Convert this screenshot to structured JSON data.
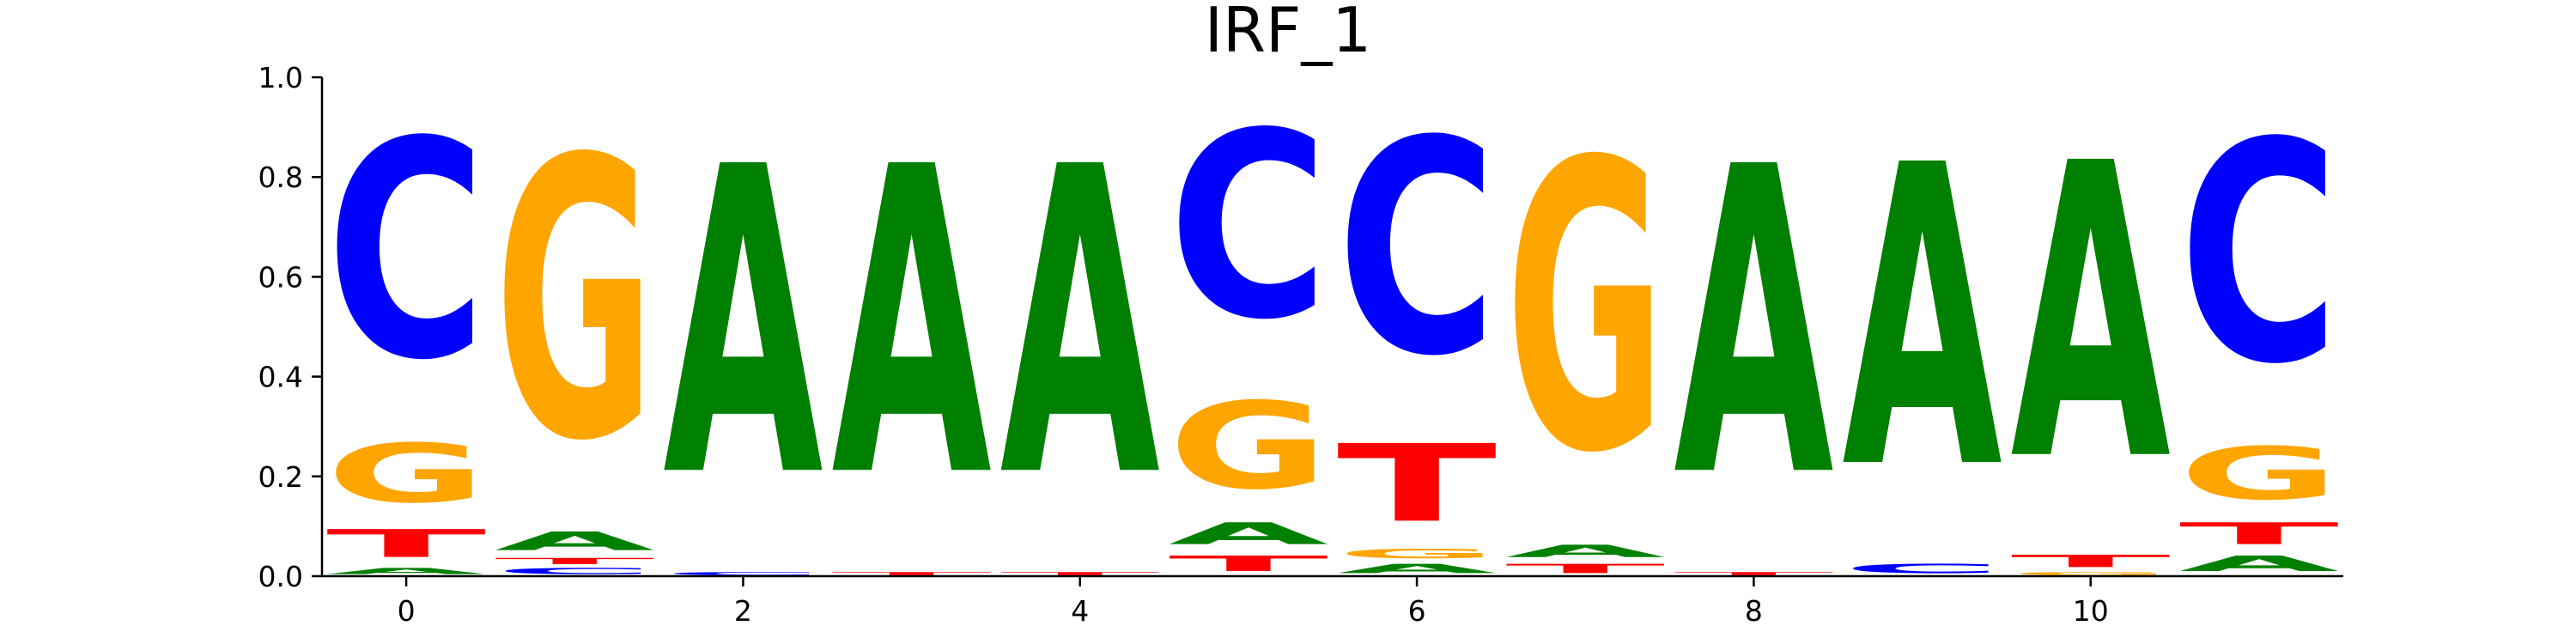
{
  "chart_data": {
    "type": "sequence_logo",
    "title": "IRF_1",
    "xlabel": "",
    "ylabel": "",
    "ylim": [
      0,
      1.0
    ],
    "xlim": [
      -0.5,
      11.5
    ],
    "xticks": [
      0,
      2,
      4,
      6,
      8,
      10
    ],
    "yticks": [
      0.0,
      0.2,
      0.4,
      0.6,
      0.8,
      1.0
    ],
    "ytick_labels": [
      "0.0",
      "0.2",
      "0.4",
      "0.6",
      "0.8",
      "1.0"
    ],
    "grid": false,
    "letter_colors": {
      "A": "#008000",
      "C": "#0000ff",
      "G": "#ffa500",
      "T": "#ff0000"
    },
    "positions": [
      {
        "pos": 0,
        "stack": [
          {
            "base": "A",
            "value": 0.02
          },
          {
            "base": "T",
            "value": 0.09
          },
          {
            "base": "G",
            "value": 0.19
          },
          {
            "base": "C",
            "value": 0.7
          }
        ]
      },
      {
        "pos": 1,
        "stack": [
          {
            "base": "C",
            "value": 0.02
          },
          {
            "base": "T",
            "value": 0.02
          },
          {
            "base": "A",
            "value": 0.06
          },
          {
            "base": "G",
            "value": 0.9
          }
        ]
      },
      {
        "pos": 2,
        "stack": [
          {
            "base": "C",
            "value": 0.01
          },
          {
            "base": "A",
            "value": 0.99
          }
        ]
      },
      {
        "pos": 3,
        "stack": [
          {
            "base": "T",
            "value": 0.01
          },
          {
            "base": "A",
            "value": 0.99
          }
        ]
      },
      {
        "pos": 4,
        "stack": [
          {
            "base": "T",
            "value": 0.01
          },
          {
            "base": "A",
            "value": 0.99
          }
        ]
      },
      {
        "pos": 5,
        "stack": [
          {
            "base": "T",
            "value": 0.05
          },
          {
            "base": "A",
            "value": 0.07
          },
          {
            "base": "G",
            "value": 0.28
          },
          {
            "base": "C",
            "value": 0.6
          }
        ]
      },
      {
        "pos": 6,
        "stack": [
          {
            "base": "A",
            "value": 0.03
          },
          {
            "base": "G",
            "value": 0.03
          },
          {
            "base": "T",
            "value": 0.25
          },
          {
            "base": "C",
            "value": 0.69
          }
        ]
      },
      {
        "pos": 7,
        "stack": [
          {
            "base": "T",
            "value": 0.03
          },
          {
            "base": "A",
            "value": 0.04
          },
          {
            "base": "G",
            "value": 0.93
          }
        ]
      },
      {
        "pos": 8,
        "stack": [
          {
            "base": "T",
            "value": 0.01
          },
          {
            "base": "A",
            "value": 0.99
          }
        ]
      },
      {
        "pos": 9,
        "stack": [
          {
            "base": "C",
            "value": 0.03
          },
          {
            "base": "A",
            "value": 0.97
          }
        ]
      },
      {
        "pos": 10,
        "stack": [
          {
            "base": "G",
            "value": 0.01
          },
          {
            "base": "T",
            "value": 0.04
          },
          {
            "base": "A",
            "value": 0.95
          }
        ]
      },
      {
        "pos": 11,
        "stack": [
          {
            "base": "A",
            "value": 0.05
          },
          {
            "base": "T",
            "value": 0.07
          },
          {
            "base": "G",
            "value": 0.17
          },
          {
            "base": "C",
            "value": 0.71
          }
        ]
      }
    ]
  }
}
